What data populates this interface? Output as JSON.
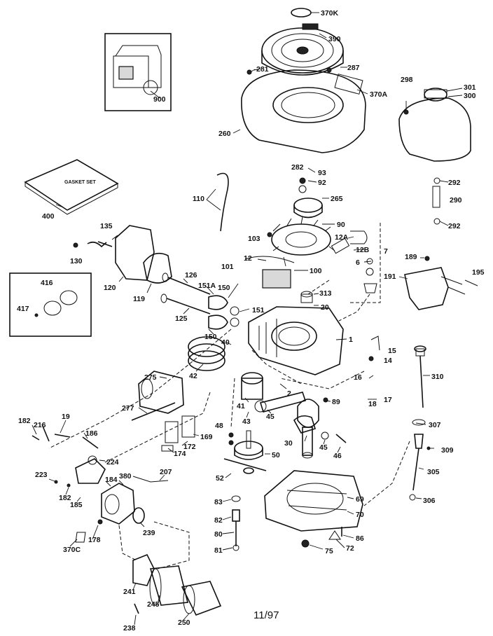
{
  "footer": {
    "date": "11/97"
  },
  "gasket_set_text": "GASKET SET",
  "parts": {
    "p370K": "370K",
    "p390": "390",
    "p281": "281",
    "p287": "287",
    "p370A": "370A",
    "p260": "260",
    "p900": "900",
    "p298": "298",
    "p301": "301",
    "p300": "300",
    "p282": "282",
    "p93": "93",
    "p92": "92",
    "p292a": "292",
    "p290": "290",
    "p292b": "292",
    "p400": "400",
    "p110": "110",
    "p265": "265",
    "p135": "135",
    "p90": "90",
    "p103": "103",
    "p12A": "12A",
    "p12B": "12B",
    "p12": "12",
    "p7": "7",
    "p6": "6",
    "p130": "130",
    "p101": "101",
    "p100": "100",
    "p189": "189",
    "p191": "191",
    "p195": "195",
    "p416": "416",
    "p417": "417",
    "p120": "120",
    "p119": "119",
    "p126": "126",
    "p151A": "151A",
    "p150a": "150",
    "p313": "313",
    "p20": "20",
    "p151": "151",
    "p125": "125",
    "p150b": "150",
    "p40": "40",
    "p1": "1",
    "p15": "15",
    "p14": "14",
    "p42": "42",
    "p275": "275",
    "p310": "310",
    "p16": "16",
    "p18": "18",
    "p17": "17",
    "p2": "2",
    "p89": "89",
    "p41": "41",
    "p277": "277",
    "p43": "43",
    "p45a": "45",
    "p182a": "182",
    "p216": "216",
    "p19": "19",
    "p186": "186",
    "p307": "307",
    "p48": "48",
    "p172": "172",
    "p169": "169",
    "p174": "174",
    "p30": "30",
    "p45b": "45",
    "p46": "46",
    "p309": "309",
    "p224": "224",
    "p50": "50",
    "p207": "207",
    "p305": "305",
    "p223": "223",
    "p184": "184",
    "p380": "380",
    "p52": "52",
    "p182b": "182",
    "p185": "185",
    "p83": "83",
    "p69": "69",
    "p306": "306",
    "p70": "70",
    "p82": "82",
    "p239": "239",
    "p178": "178",
    "p80": "80",
    "p86": "86",
    "p370C": "370C",
    "p81": "81",
    "p75": "75",
    "p72": "72",
    "p241": "241",
    "p245": "245",
    "p238": "238",
    "p250": "250"
  }
}
